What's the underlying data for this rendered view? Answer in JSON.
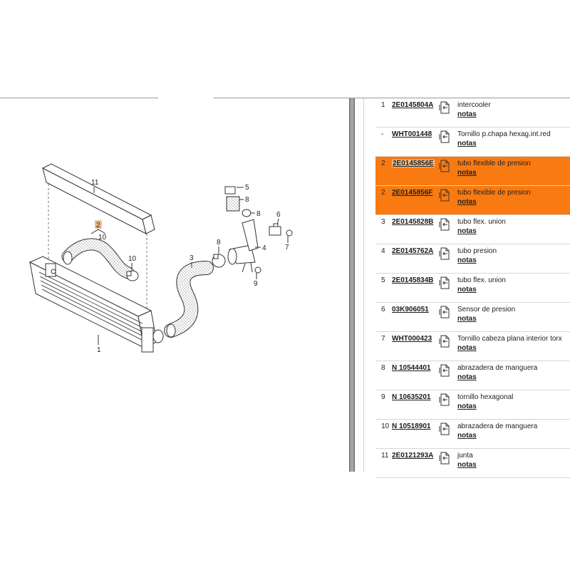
{
  "diagram": {
    "callouts": {
      "c1": "1",
      "c2": "2",
      "c3": "3",
      "c4": "4",
      "c5": "5",
      "c6": "6",
      "c7": "7",
      "c8a": "8",
      "c8b": "8",
      "c8c": "8",
      "c9": "9",
      "c10a": "10",
      "c10b": "10",
      "c11": "11"
    }
  },
  "parts": [
    {
      "pos": "1",
      "part_number": "2E0145804A",
      "description": "intercooler",
      "notes": "notas"
    },
    {
      "pos": "-",
      "part_number": "WHT001448",
      "description": "Tornillo p.chapa hexag.int.red",
      "notes": "notas"
    },
    {
      "pos": "2",
      "part_number": "2E0145856E",
      "description": "tubo flexible de presion",
      "notes": "notas",
      "highlighted": true
    },
    {
      "pos": "2",
      "part_number": "2E0145856F",
      "description": "tubo flexible de presion",
      "notes": "notas",
      "highlighted": true
    },
    {
      "pos": "3",
      "part_number": "2E0145828B",
      "description": "tubo flex. union",
      "notes": "notas"
    },
    {
      "pos": "4",
      "part_number": "2E0145762A",
      "description": "tubo presion",
      "notes": "notas"
    },
    {
      "pos": "5",
      "part_number": "2E0145834B",
      "description": "tubo flex. union",
      "notes": "notas"
    },
    {
      "pos": "6",
      "part_number": "03K906051",
      "description": "Sensor de presion",
      "notes": "notas"
    },
    {
      "pos": "7",
      "part_number": "WHT000423",
      "description": "Tornillo cabeza plana interior torx",
      "notes": "notas"
    },
    {
      "pos": "8",
      "part_number": "N 10544401",
      "description": "abrazadera de manguera",
      "notes": "notas"
    },
    {
      "pos": "9",
      "part_number": "N 10635201",
      "description": "tornillo hexagonal",
      "notes": "notas"
    },
    {
      "pos": "10",
      "part_number": "N 10518901",
      "description": "abrazadera de manguera",
      "notes": "notas"
    },
    {
      "pos": "11",
      "part_number": "2E0121293A",
      "description": "junta",
      "notes": "notas"
    }
  ],
  "colors": {
    "highlight": "#f97a10",
    "selected_part": "#f3c08a"
  },
  "icons": {
    "row_icon": "document-arrow-icon"
  }
}
